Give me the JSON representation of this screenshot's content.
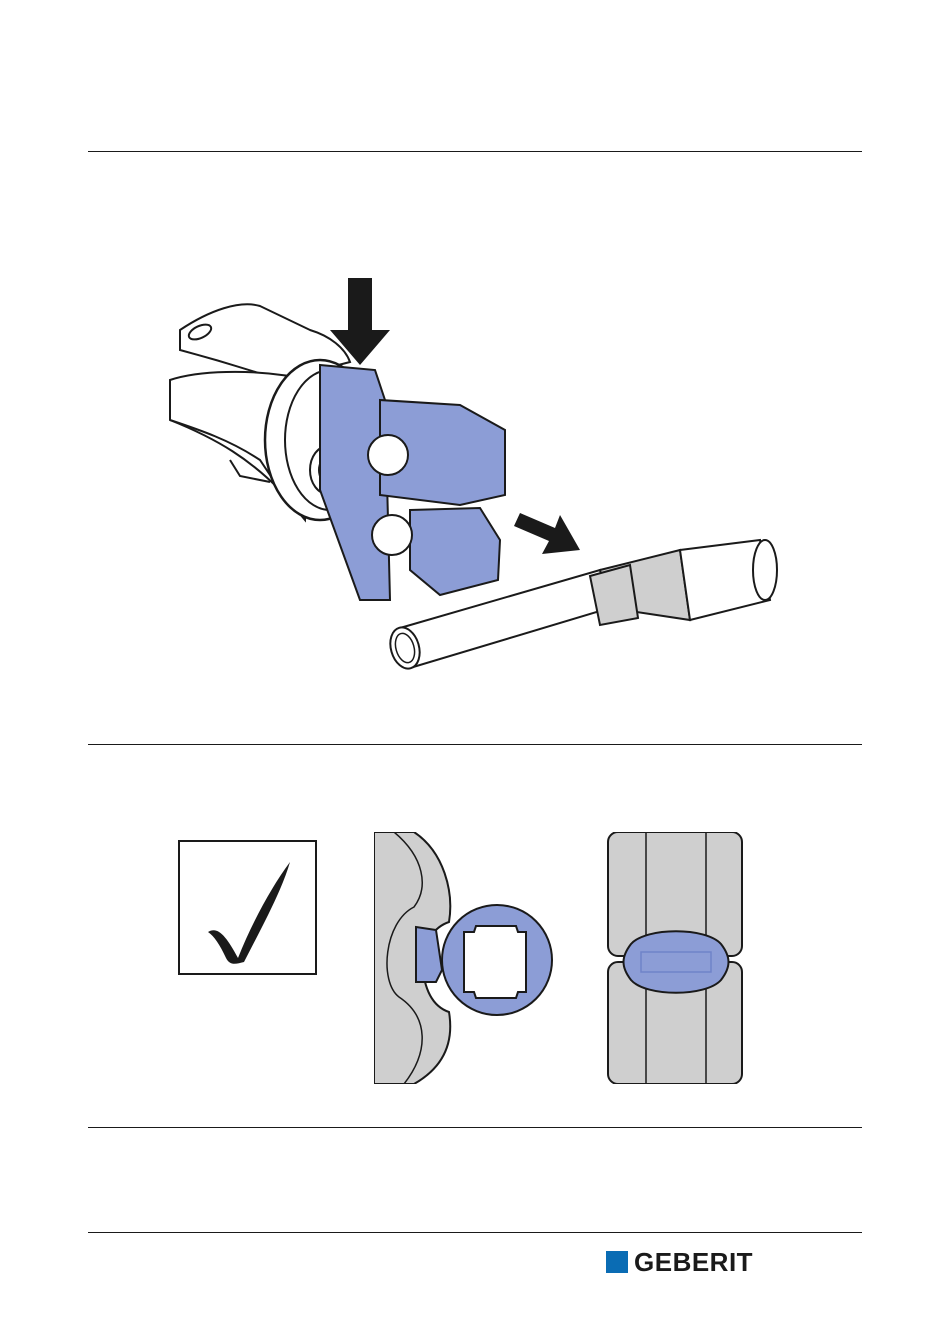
{
  "colors": {
    "tool_blue": "#8c9dd6",
    "tool_blue_dark": "#6f83c9",
    "steel_gray": "#cfcfcf",
    "ink": "#1a1a1a",
    "brand_blue": "#0a6cb4"
  },
  "figures": {
    "step_1": {
      "icon": "press-tool-jaw-release-illustration"
    },
    "step_2_check": {
      "icon": "checkmark-icon"
    },
    "step_2_jaw_detail": {
      "icon": "jaw-on-press-ring-detail"
    },
    "step_2_fitting_detail": {
      "icon": "pressed-fitting-detail"
    }
  },
  "footer": {
    "brand": "GEBERIT",
    "logo_icon": "geberit-square-icon"
  }
}
